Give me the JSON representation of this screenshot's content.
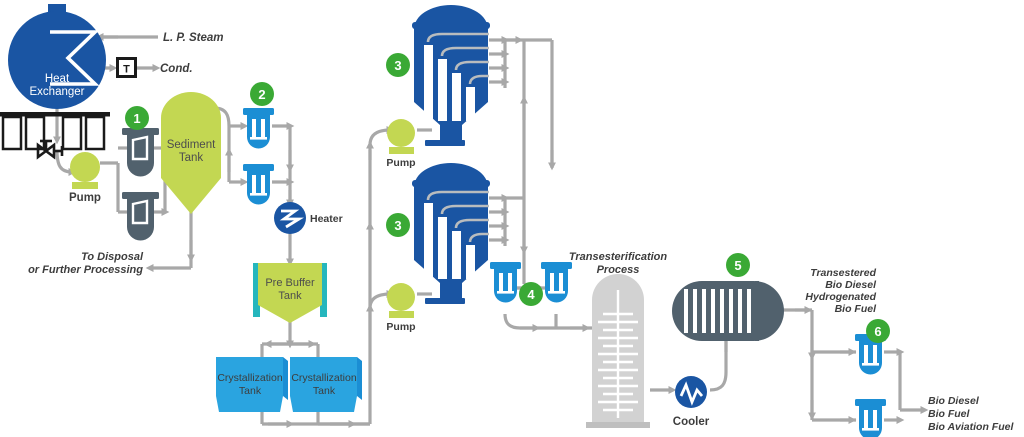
{
  "title": "Biodiesel / Bio Aviation Fuel Process Flow Diagram",
  "colors": {
    "dark_blue": "#1a55a3",
    "bright_blue": "#1b8ed4",
    "green_yellow": "#c3d752",
    "badge_green": "#3aa935",
    "slate": "#51616d",
    "light_gray": "#d2d2d2",
    "pipe_gray": "#a8a8a8",
    "text_dark": "#3d3d3d",
    "teal": "#25b6bd",
    "white": "#ffffff"
  },
  "badges": [
    {
      "id": "badge-1",
      "number": "1"
    },
    {
      "id": "badge-2",
      "number": "2"
    },
    {
      "id": "badge-3a",
      "number": "3"
    },
    {
      "id": "badge-3b",
      "number": "3"
    },
    {
      "id": "badge-4",
      "number": "4"
    },
    {
      "id": "badge-5",
      "number": "5"
    },
    {
      "id": "badge-6",
      "number": "6"
    }
  ],
  "equipment": {
    "heat_exchanger": {
      "line1": "Heat",
      "line2": "Exchanger"
    },
    "sediment_tank": {
      "line1": "Sediment",
      "line2": "Tank"
    },
    "pre_buffer_tank": {
      "line1": "Pre Buffer",
      "line2": "Tank"
    },
    "crystallization_tank_left": {
      "line1": "Crystallization",
      "line2": "Tank"
    },
    "crystallization_tank_right": {
      "line1": "Crystallization",
      "line2": "Tank"
    },
    "heater": "Heater",
    "cooler": "Cooler",
    "pump_inlet": "Pump",
    "pump_upper": "Pump",
    "pump_lower": "Pump",
    "transesterification": {
      "line1": "Transesterification",
      "line2": "Process"
    },
    "steam_trap": "T"
  },
  "streams": {
    "lp_steam": "L. P. Steam",
    "condensate": "Cond.",
    "disposal": {
      "line1": "To Disposal",
      "line2": "or Further Processing"
    },
    "transestered": {
      "line1": "Transestered",
      "line2": "Bio Diesel",
      "line3": "Hydrogenated",
      "line4": "Bio Fuel"
    },
    "products": {
      "line1": "Bio Diesel",
      "line2": "Bio Fuel",
      "line3": "Bio Aviation Fuel"
    }
  }
}
